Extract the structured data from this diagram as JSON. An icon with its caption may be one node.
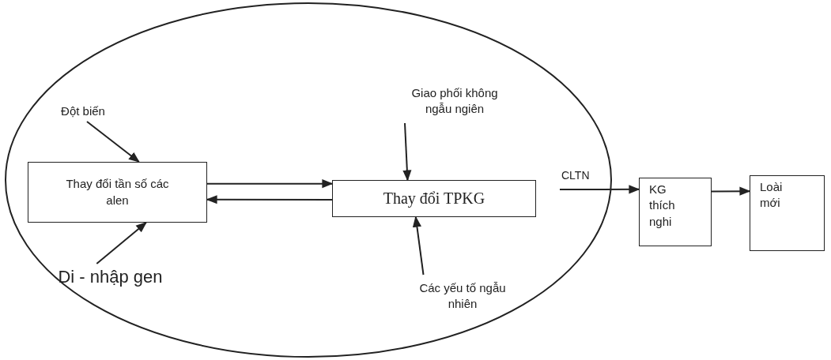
{
  "diagram": {
    "nodes": [
      {
        "text": [],
        "shape": "ellipse"
      },
      {
        "text": [
          "Đột biến"
        ],
        "in": 0
      },
      {
        "text": [
          "Thay đổi tần số các alen"
        ],
        "in": 0
      },
      {
        "text": [
          "Di - nhập gen"
        ],
        "in": 0
      },
      {
        "text": [
          "Giao phối không ngẫu ngiên"
        ],
        "in": 0
      },
      {
        "text": [
          "Thay đổi TPKG"
        ],
        "in": 0
      },
      {
        "text": [
          "Các yếu tố ngẫu nhiên"
        ],
        "in": 0
      },
      {
        "text": [
          "KG thích nghi"
        ]
      },
      {
        "text": [
          "Loài mới"
        ]
      }
    ],
    "edges": [
      {
        "from": 1,
        "to": 2,
        "arrow": "to"
      },
      {
        "from": 3,
        "to": 2,
        "arrow": "to"
      },
      {
        "from": 2,
        "to": 5,
        "arrow": "to"
      },
      {
        "from": 5,
        "to": 2,
        "arrow": "to"
      },
      {
        "from": 4,
        "to": 5,
        "arrow": "to"
      },
      {
        "from": 6,
        "to": 5,
        "arrow": "to"
      },
      {
        "from": null,
        "to": 7,
        "arrow": "to",
        "label": "CLTN"
      },
      {
        "from": 7,
        "to": 8,
        "arrow": "to"
      }
    ]
  }
}
